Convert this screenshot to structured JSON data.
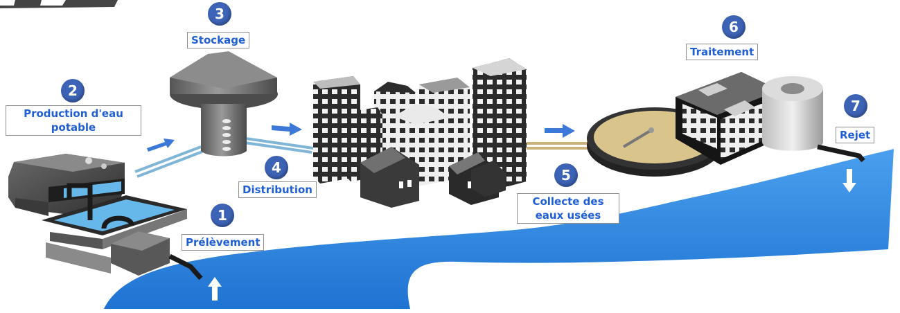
{
  "steps": [
    {
      "number": "1",
      "label": "Prélèvement"
    },
    {
      "number": "2",
      "label_line1": "Production d'eau",
      "label_line2": "potable"
    },
    {
      "number": "3",
      "label": "Stockage"
    },
    {
      "number": "4",
      "label": "Distribution"
    },
    {
      "number": "5",
      "label_line1": "Collecte des",
      "label_line2": "eaux usées"
    },
    {
      "number": "6",
      "label": "Traitement"
    },
    {
      "number": "7",
      "label": "Rejet"
    }
  ],
  "colors": {
    "water": "#2f86e0",
    "marker": "#3d63b6",
    "label_text": "#1f5fd6",
    "arrow": "#3c78d8"
  }
}
